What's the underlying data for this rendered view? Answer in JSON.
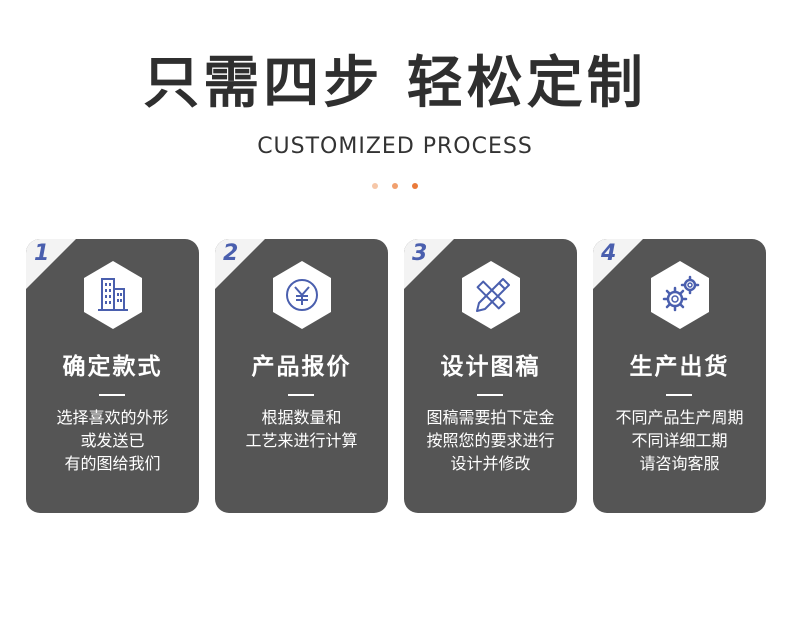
{
  "header": {
    "title": "只需四步 轻松定制",
    "subtitle": "CUSTOMIZED PROCESS"
  },
  "colors": {
    "card_bg": "#555555",
    "accent_blue": "#4a5fae",
    "dot_colors": [
      "#f6c7a8",
      "#f1a06e",
      "#ea7a3a"
    ]
  },
  "steps": [
    {
      "number": "1",
      "icon": "building-icon",
      "title": "确定款式",
      "lines": [
        "选择喜欢的外形",
        "或发送已",
        "有的图给我们"
      ]
    },
    {
      "number": "2",
      "icon": "yen-coin-icon",
      "title": "产品报价",
      "lines": [
        "根据数量和",
        "工艺来进行计算"
      ]
    },
    {
      "number": "3",
      "icon": "pencil-ruler-icon",
      "title": "设计图稿",
      "lines": [
        "图稿需要拍下定金",
        "按照您的要求进行",
        "设计并修改"
      ]
    },
    {
      "number": "4",
      "icon": "gears-icon",
      "title": "生产出货",
      "lines": [
        "不同产品生产周期",
        "不同详细工期",
        "请咨询客服"
      ]
    }
  ]
}
